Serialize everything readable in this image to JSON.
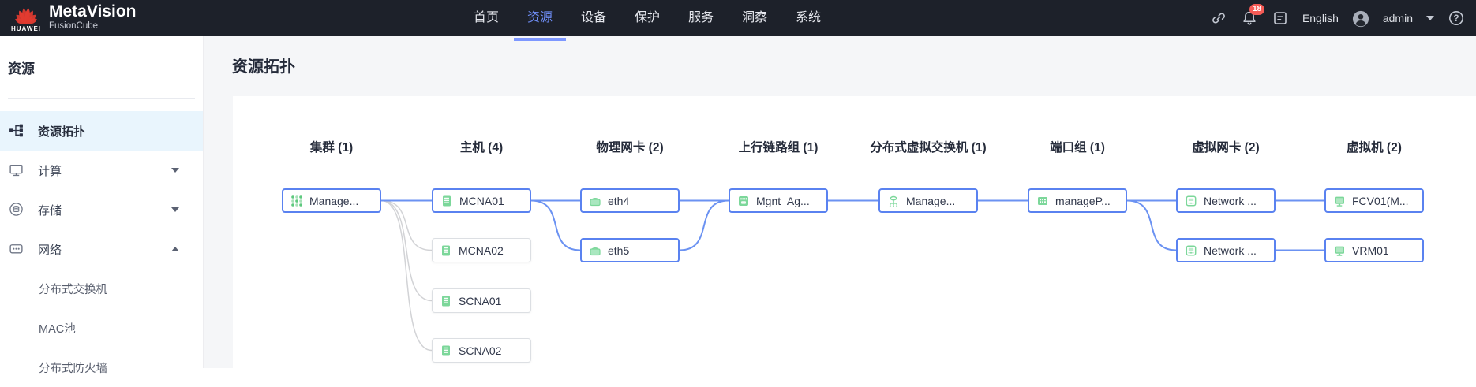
{
  "header": {
    "brand": {
      "title": "MetaVision",
      "subtitle": "FusionCube",
      "logo_text": "HUAWEI"
    },
    "nav": [
      {
        "label": "首页",
        "active": false
      },
      {
        "label": "资源",
        "active": true
      },
      {
        "label": "设备",
        "active": false
      },
      {
        "label": "保护",
        "active": false
      },
      {
        "label": "服务",
        "active": false
      },
      {
        "label": "洞察",
        "active": false
      },
      {
        "label": "系统",
        "active": false
      }
    ],
    "right": {
      "icons": [
        "quick-link-icon",
        "notification-bell-icon",
        "release-note-icon"
      ],
      "badge_count": "18",
      "language": "English",
      "username": "admin"
    }
  },
  "sidebar": {
    "title": "资源",
    "items": [
      {
        "key": "topology",
        "label": "资源拓扑",
        "icon": "topology-icon",
        "selected": true
      },
      {
        "key": "compute",
        "label": "计算",
        "icon": "compute-icon",
        "chevron": "down"
      },
      {
        "key": "storage",
        "label": "存储",
        "icon": "storage-icon",
        "chevron": "down"
      },
      {
        "key": "network",
        "label": "网络",
        "icon": "network-icon",
        "chevron": "up"
      },
      {
        "key": "dvswitch",
        "label": "分布式交换机",
        "sub": true
      },
      {
        "key": "mac-pool",
        "label": "MAC池",
        "sub": true
      },
      {
        "key": "firewall",
        "label": "分布式防火墙",
        "sub": true
      }
    ]
  },
  "main": {
    "page_title": "资源拓扑",
    "topology": {
      "columns": [
        {
          "label": "集群 (1)"
        },
        {
          "label": "主机 (4)"
        },
        {
          "label": "物理网卡 (2)"
        },
        {
          "label": "上行链路组 (1)"
        },
        {
          "label": "分布式虚拟交换机 (1)"
        },
        {
          "label": "端口组 (1)"
        },
        {
          "label": "虚拟网卡 (2)"
        },
        {
          "label": "虚拟机 (2)"
        }
      ],
      "nodes": [
        {
          "id": "cluster1",
          "label": "Manage...",
          "col": 0,
          "row": 0,
          "state": "active",
          "icon": "cluster-icon"
        },
        {
          "id": "mcna01",
          "label": "MCNA01",
          "col": 1,
          "row": 0,
          "state": "active",
          "icon": "host-icon"
        },
        {
          "id": "mcna02",
          "label": "MCNA02",
          "col": 1,
          "row": 1,
          "state": "normal",
          "icon": "host-icon"
        },
        {
          "id": "scna01",
          "label": "SCNA01",
          "col": 1,
          "row": 2,
          "state": "normal",
          "icon": "host-icon"
        },
        {
          "id": "scna02",
          "label": "SCNA02",
          "col": 1,
          "row": 3,
          "state": "normal",
          "icon": "host-icon"
        },
        {
          "id": "eth4",
          "label": "eth4",
          "col": 2,
          "row": 0,
          "state": "active",
          "icon": "pnic-icon"
        },
        {
          "id": "eth5",
          "label": "eth5",
          "col": 2,
          "row": 1,
          "state": "active",
          "icon": "pnic-icon"
        },
        {
          "id": "uplink1",
          "label": "Mgnt_Ag...",
          "col": 3,
          "row": 0,
          "state": "active",
          "icon": "uplink-icon"
        },
        {
          "id": "dvs1",
          "label": "Manage...",
          "col": 4,
          "row": 0,
          "state": "active",
          "icon": "dvswitch-icon"
        },
        {
          "id": "pg1",
          "label": "manageP...",
          "col": 5,
          "row": 0,
          "state": "active",
          "icon": "portgroup-icon"
        },
        {
          "id": "vnic1",
          "label": "Network ...",
          "col": 6,
          "row": 0,
          "state": "active",
          "icon": "vnic-icon"
        },
        {
          "id": "vnic2",
          "label": "Network ...",
          "col": 6,
          "row": 1,
          "state": "active",
          "icon": "vnic-icon"
        },
        {
          "id": "vm1",
          "label": "FCV01(M...",
          "col": 7,
          "row": 0,
          "state": "active",
          "icon": "vm-icon"
        },
        {
          "id": "vm2",
          "label": "VRM01",
          "col": 7,
          "row": 1,
          "state": "active",
          "icon": "vm-icon"
        }
      ],
      "edges": [
        {
          "from": "cluster1",
          "to": "mcna02",
          "state": "inactive"
        },
        {
          "from": "cluster1",
          "to": "scna01",
          "state": "inactive"
        },
        {
          "from": "cluster1",
          "to": "scna02",
          "state": "inactive"
        },
        {
          "from": "cluster1",
          "to": "mcna01",
          "state": "active"
        },
        {
          "from": "mcna01",
          "to": "eth4",
          "state": "active"
        },
        {
          "from": "mcna01",
          "to": "eth5",
          "state": "active"
        },
        {
          "from": "eth4",
          "to": "uplink1",
          "state": "active"
        },
        {
          "from": "eth5",
          "to": "uplink1",
          "state": "active"
        },
        {
          "from": "uplink1",
          "to": "dvs1",
          "state": "active"
        },
        {
          "from": "dvs1",
          "to": "pg1",
          "state": "active"
        },
        {
          "from": "pg1",
          "to": "vnic1",
          "state": "active"
        },
        {
          "from": "pg1",
          "to": "vnic2",
          "state": "active"
        },
        {
          "from": "vnic1",
          "to": "vm1",
          "state": "active"
        },
        {
          "from": "vnic2",
          "to": "vm2",
          "state": "active"
        }
      ],
      "colors": {
        "node_active_border": "#5a82f0",
        "node_inactive_border": "#dcdfe3",
        "edge_active": "#6b92f2",
        "edge_inactive": "#d2d3d6",
        "icon_green": "#5ec97e",
        "accent_blue": "#7d97ff",
        "badge_red": "#f45b56",
        "sidebar_selected_bg": "#e9f5fd",
        "header_bg": "#1d212a"
      }
    }
  }
}
